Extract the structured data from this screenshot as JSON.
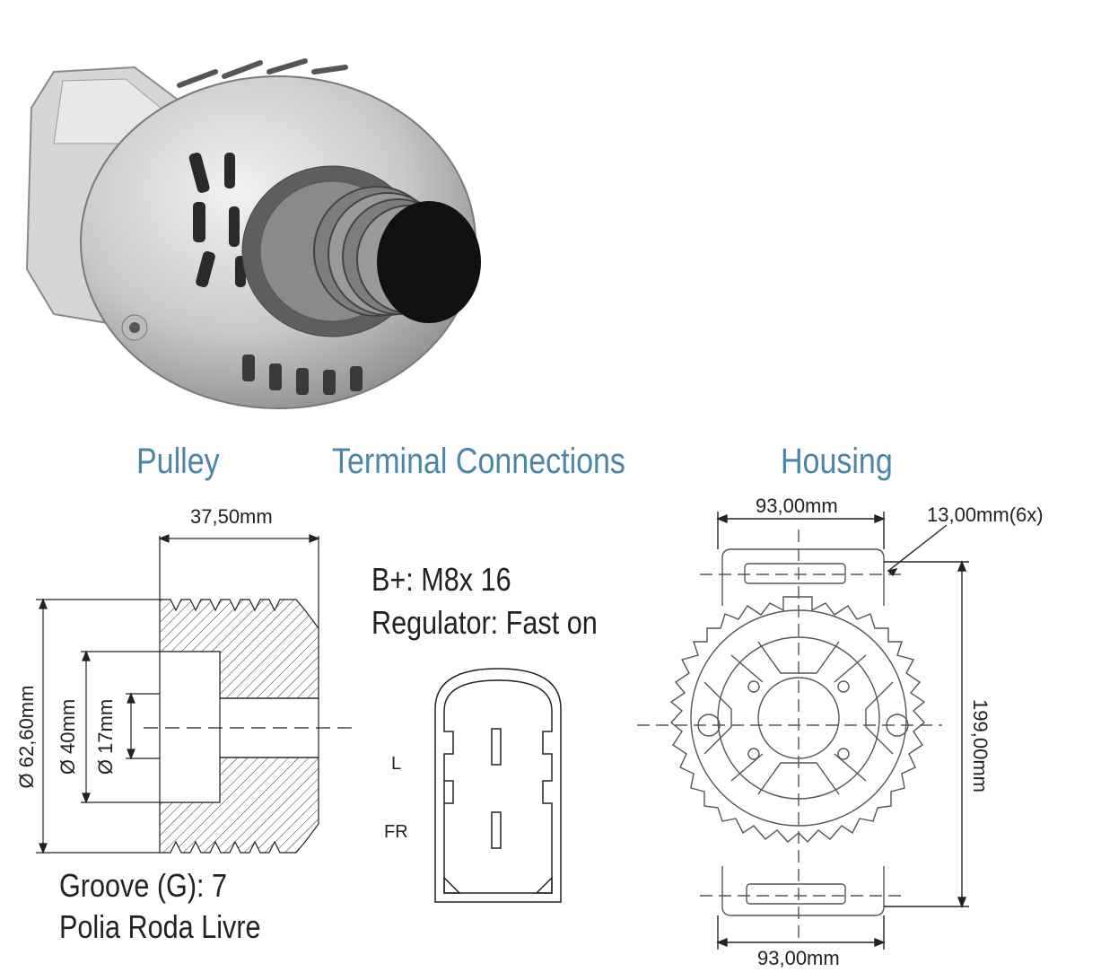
{
  "photo": {
    "icon": "alternator-photo"
  },
  "sections": {
    "pulley": "Pulley",
    "terminal": "Terminal Connections",
    "housing": "Housing"
  },
  "pulley": {
    "width": "37,50mm",
    "outer_diameter": "Ø 62,60mm",
    "bore_diameter": "Ø 40mm",
    "shaft_diameter": "Ø 17mm",
    "groove": "Groove (G): 7",
    "type": "Polia Roda Livre"
  },
  "terminal": {
    "bplus": "B+: M8x 16",
    "regulator": "Regulator: Fast on",
    "pin_l": "L",
    "pin_fr": "FR"
  },
  "housing": {
    "top_width": "93,00mm",
    "hole": "13,00mm(6x)",
    "height": "199,00mm",
    "bottom_width": "93,00mm"
  }
}
